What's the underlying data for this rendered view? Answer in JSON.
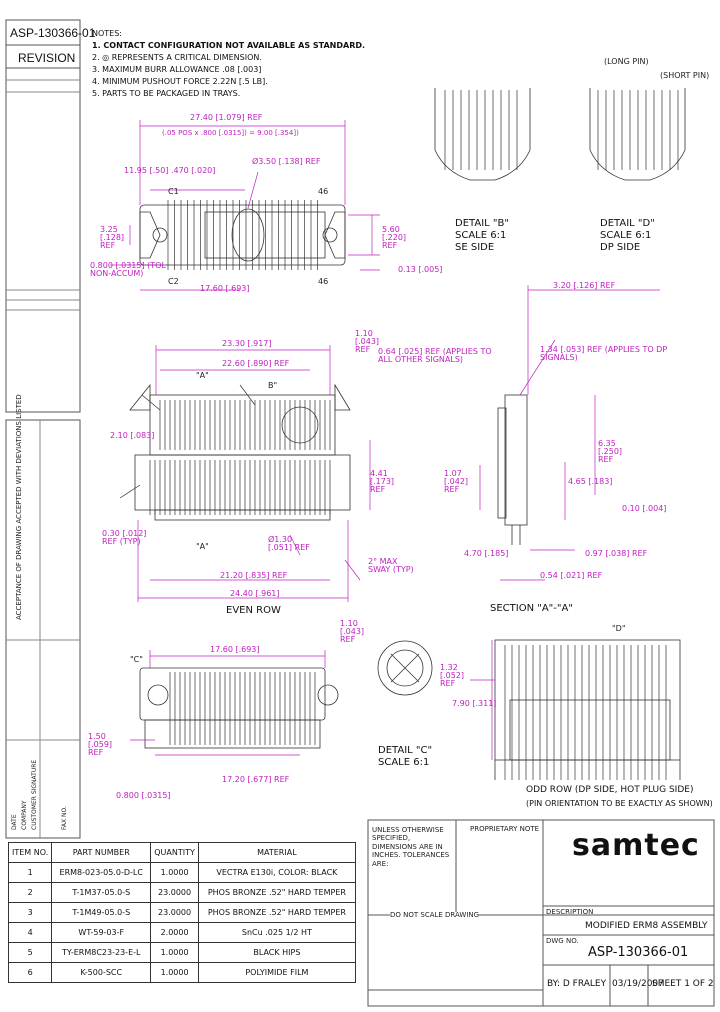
{
  "title_block": {
    "doc_number_top": "ASP-130366-01",
    "revision_label": "REVISION",
    "description_label": "DESCRIPTION",
    "description": "MODIFIED ERM8 ASSEMBLY",
    "dwg_no_label": "DWG NO.",
    "dwg_no": "ASP-130366-01",
    "by": "BY: D FRALEY",
    "date": "03/19/2007",
    "sheet": "SHEET 1 OF 2",
    "unless_note": "UNLESS OTHERWISE SPECIFIED, DIMENSIONS ARE IN INCHES. TOLERANCES ARE:",
    "do_not_scale": "DO NOT SCALE DRAWING",
    "proprietary": "PROPRIETARY NOTE",
    "logo": "samtec"
  },
  "notes": {
    "header": "NOTES:",
    "items": [
      "1. CONTACT CONFIGURATION NOT AVAILABLE AS STANDARD.",
      "2. ◎ REPRESENTS A CRITICAL DIMENSION.",
      "3. MAXIMUM BURR ALLOWANCE .08 [.003]",
      "4. MINIMUM PUSHOUT FORCE 2.22N [.5 LB].",
      "5. PARTS TO BE PACKAGED IN TRAYS."
    ]
  },
  "dims": {
    "d1": "27.40 [1.079] REF",
    "d1b": "(.05 POS x .800 [.0315]) = 9.00 [.354])",
    "d2": "11.95 [.50] .470 [.020]",
    "d3": "Ø3.50 [.138] REF",
    "c1": "C1",
    "c46": "46",
    "c2": "C2",
    "d4": "3.25 [.128] REF",
    "d5": "5.60 [.220] REF",
    "d6": "0.800 [.0315] (TOL NON-ACCUM)",
    "d7": "17.60 [.693]",
    "d8": "0.13 [.005]",
    "d9": "23.30 [.917]",
    "d10": "22.60 [.890] REF",
    "d11": "2.10 [.083]",
    "d12": "4.41 [.173] REF",
    "d13": "0.30 [.012] REF (TYP)",
    "d14": "Ø1.30 [.051] REF",
    "d15": "21.20 [.835] REF",
    "d16": "24.40 [.961]",
    "sway": "2° MAX SWAY (TYP)",
    "even_row": "EVEN ROW",
    "d17": "3.20 [.126] REF",
    "d18": "1.10 [.043] REF",
    "d19": "1.34 [.053] REF (APPLIES TO DP SIGNALS)",
    "d20": "0.64 [.025] REF (APPLIES TO ALL OTHER SIGNALS)",
    "d21": "6.35 [.250] REF",
    "d22": "4.65 [.183]",
    "d23": "1.07 [.042] REF",
    "d24": "0.10 [.004]",
    "d25": "4.70 [.185]",
    "d26": "0.97 [.038] REF",
    "d27": "0.54 [.021] REF",
    "section_aa": "SECTION \"A\"-\"A\"",
    "d28": "17.60 [.693]",
    "d29": "1.50 [.059] REF",
    "d30": "0.800 [.0315]",
    "d31": "17.20 [.677] REF",
    "d32": "1.10 [.043] REF",
    "d33": "1.32 [.052] REF",
    "d34": "7.90 [.311]",
    "detail_b": "DETAIL \"B\" SCALE 6:1 SE SIDE",
    "detail_d": "DETAIL \"D\" SCALE 6:1 DP SIDE",
    "detail_c": "DETAIL \"C\" SCALE 6:1",
    "long_pin": "(LONG PIN)",
    "short_pin": "(SHORT PIN)",
    "odd_row": "ODD ROW (DP SIDE, HOT PLUG SIDE)",
    "pin_orient": "(PIN ORIENTATION TO BE EXACTLY AS SHOWN)",
    "lbl_a": "\"A\"",
    "lbl_b": "B\"",
    "lbl_c": "\"C\"",
    "lbl_d": "\"D\""
  },
  "bom": {
    "headers": [
      "ITEM NO.",
      "PART NUMBER",
      "QUANTITY",
      "MATERIAL"
    ],
    "rows": [
      [
        "1",
        "ERM8-023-05.0-D-LC",
        "1.0000",
        "VECTRA E130i, COLOR: BLACK"
      ],
      [
        "2",
        "T-1M37-05.0-S",
        "23.0000",
        "PHOS BRONZE .52\" HARD TEMPER"
      ],
      [
        "3",
        "T-1M49-05.0-S",
        "23.0000",
        "PHOS BRONZE .52\" HARD TEMPER"
      ],
      [
        "4",
        "WT-59-03-F",
        "2.0000",
        "SnCu .025 1/2 HT"
      ],
      [
        "5",
        "TY-ERM8C23-23-E-L",
        "1.0000",
        "BLACK HIPS"
      ],
      [
        "6",
        "K-500-SCC",
        "1.0000",
        "POLYIMIDE FILM"
      ]
    ]
  },
  "side_strip": {
    "acceptance": "ACCEPTANCE OF DRAWING ACCEPTED WITH DEVIATIONS LISTED",
    "date": "DATE",
    "company": "COMPANY",
    "customer": "CUSTOMER SIGNATURE",
    "fax": "FAX NO."
  }
}
